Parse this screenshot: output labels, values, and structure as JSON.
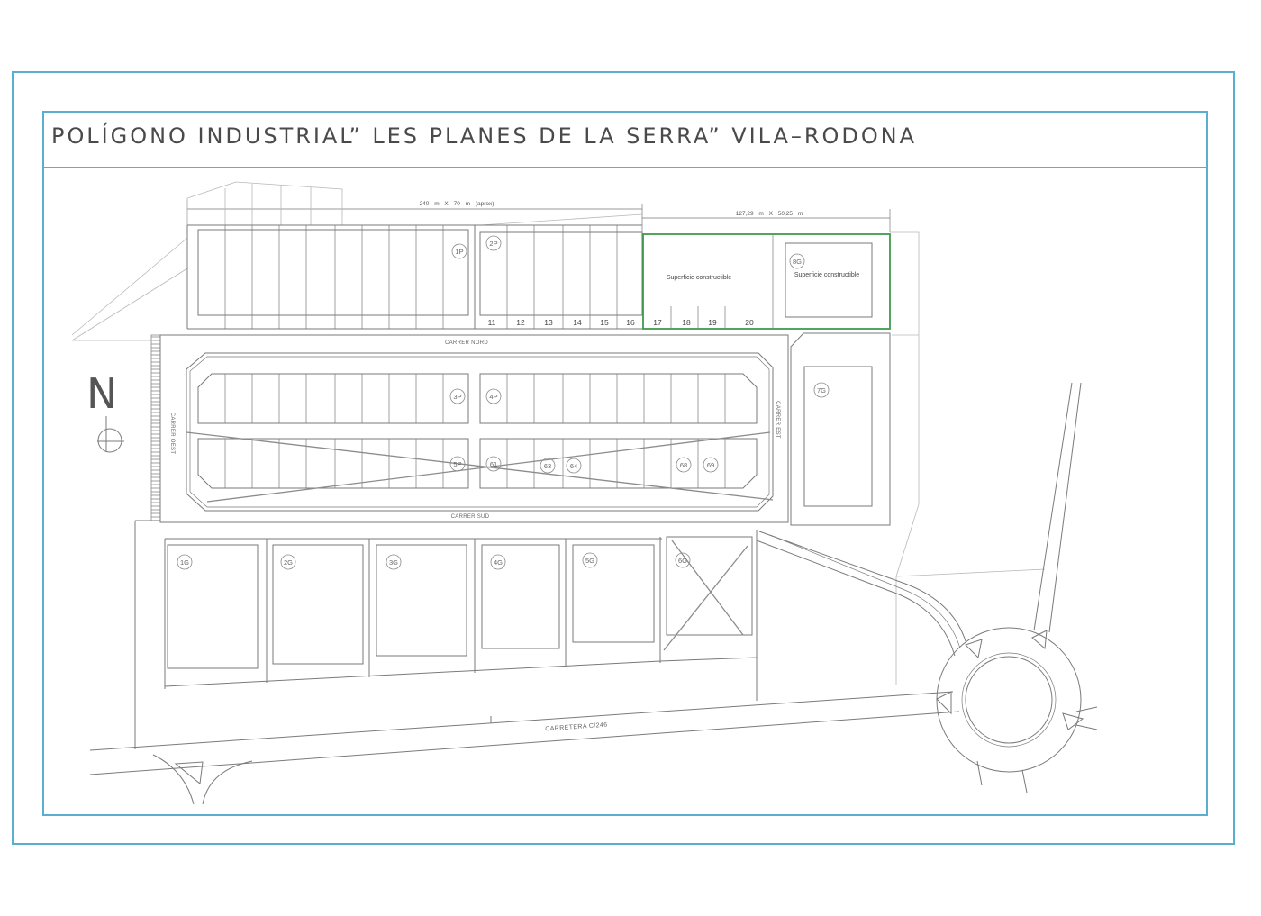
{
  "title": "POLÍGONO INDUSTRIAL” LES PLANES DE LA SERRA” VILA–RODONA",
  "dimensions": {
    "main": "240 m X 70 m (aprox)",
    "buildable_area": "127,29 m X 50,25 m"
  },
  "parcels": {
    "p1": "1P",
    "p2": "2P",
    "p3": "3P",
    "p4": "4P",
    "p5": "5P",
    "s61": "61",
    "s63": "63",
    "s64": "64",
    "s68": "68",
    "s69": "69",
    "g1": "1G",
    "g2": "2G",
    "g3": "3G",
    "g4": "4G",
    "g5": "5G",
    "g6": "6G",
    "g7": "7G",
    "g8": "8G"
  },
  "buildable": [
    "Superficie constructible",
    "Superficie constructible"
  ],
  "lot_numbers": [
    "11",
    "12",
    "13",
    "14",
    "15",
    "16",
    "17",
    "18",
    "19",
    "20"
  ],
  "streets": {
    "north": "CARRER NORD",
    "south": "CARRER SUD",
    "west": "CARRER OEST",
    "east": "CARRER EST",
    "road": "CARRETERA C/246"
  },
  "compass": "N",
  "colors": {
    "frame": "#5aaed0",
    "lines": "#7a7a7a",
    "buildable": "#3f9a4c",
    "title": "#4a4a4a"
  }
}
